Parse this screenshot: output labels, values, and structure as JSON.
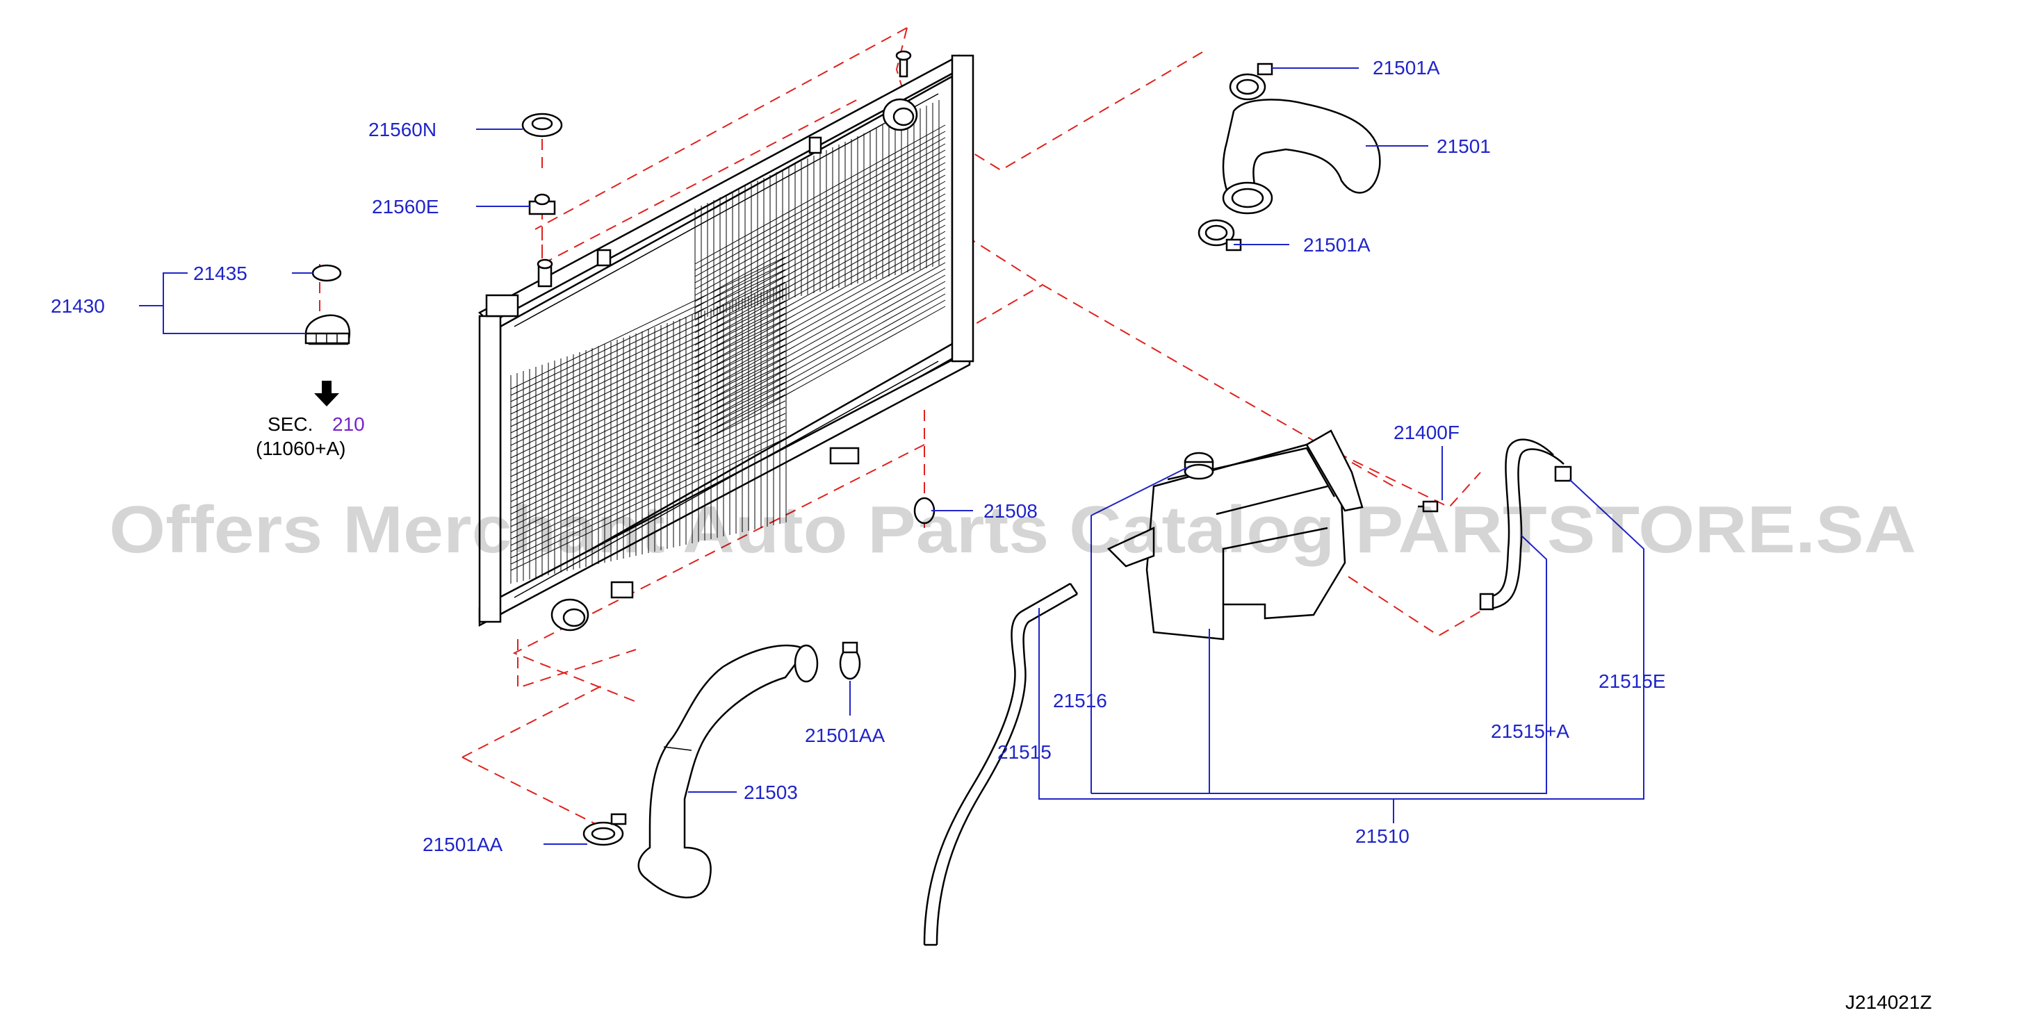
{
  "labels": {
    "p21501A_top": "21501A",
    "p21501": "21501",
    "p21501A_mid": "21501A",
    "p21560N": "21560N",
    "p21560E": "21560E",
    "p21435": "21435",
    "p21430": "21430",
    "sec_prefix": "SEC.",
    "sec_num": "210",
    "sec_ref": "(11060+A)",
    "p21400F": "21400F",
    "p21508": "21508",
    "p21516": "21516",
    "p21515": "21515",
    "p21515A": "21515+A",
    "p21515E": "21515E",
    "p21510": "21510",
    "p21501AA_right": "21501AA",
    "p21503": "21503",
    "p21501AA_left": "21501AA",
    "diagram_code": "J214021Z"
  },
  "watermark": "Offers Merchant Auto Parts Catalog PARTSTORE.SA",
  "colors": {
    "label": "#1f24c9",
    "leader": "#1f24c9",
    "dashed_line": "#e0201c",
    "section_number": "#7a22c8",
    "outline": "#000000"
  }
}
